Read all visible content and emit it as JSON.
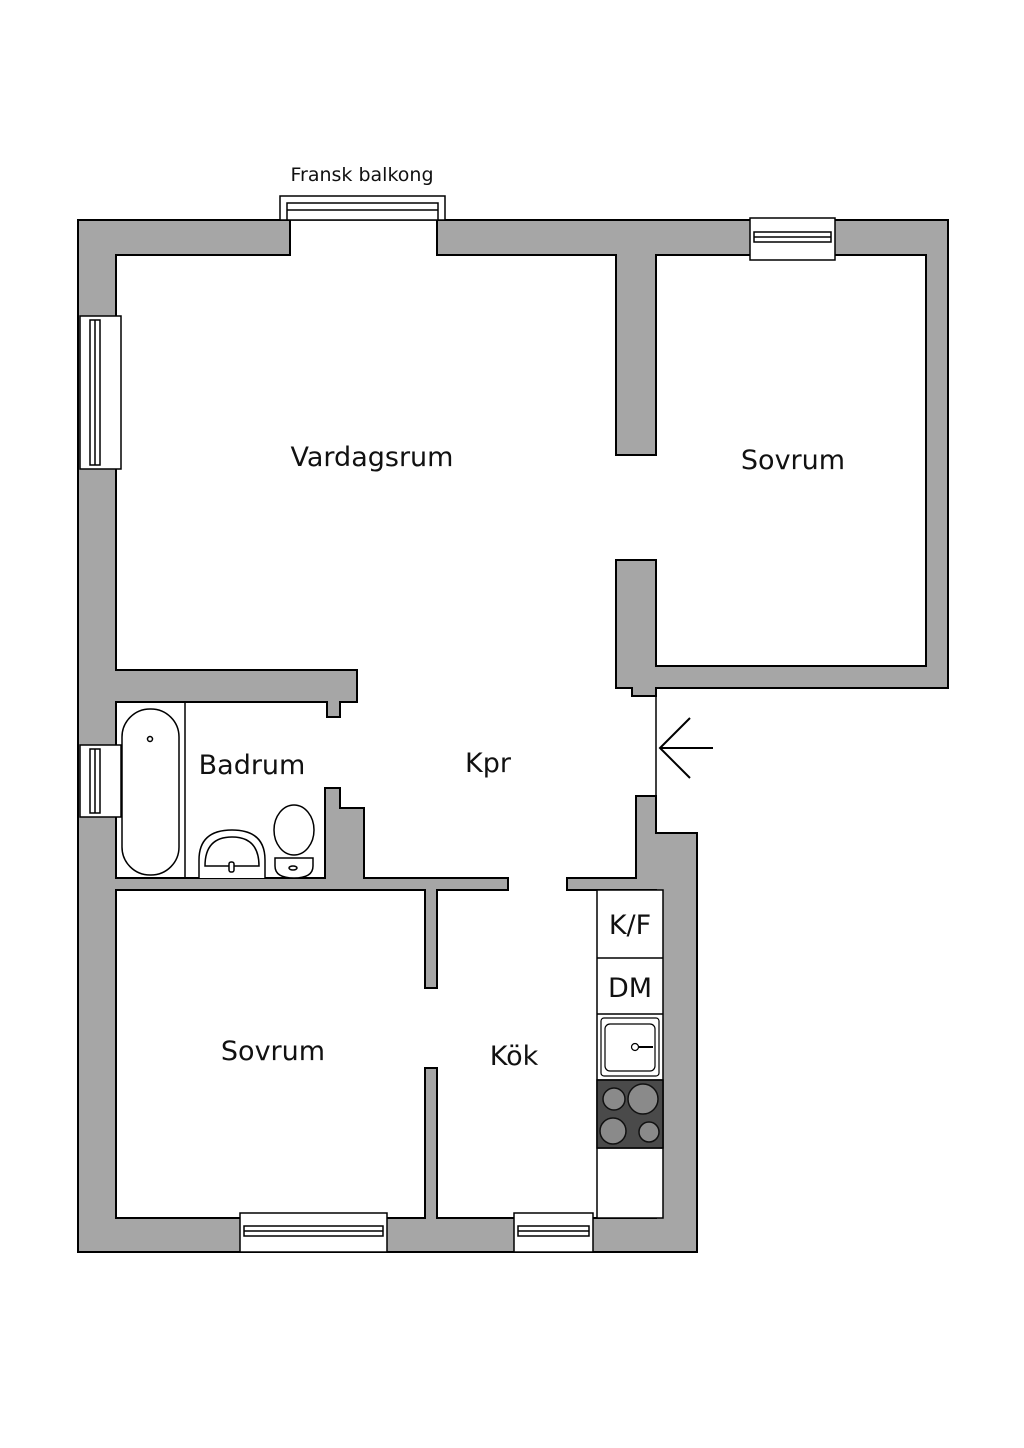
{
  "plan": {
    "balcony_label": "Fransk balkong",
    "rooms": {
      "living": "Vardagsrum",
      "bedroom_1": "Sovrum",
      "bathroom": "Badrum",
      "hall": "Kpr",
      "bedroom_2": "Sovrum",
      "kitchen": "Kök"
    },
    "appliances": {
      "fridge_freezer": "K/F",
      "dishwasher": "DM"
    }
  },
  "colors": {
    "wall": "#a6a6a6",
    "stove": "#4a4a4a",
    "burner": "#8a8a8a",
    "line": "#000000"
  }
}
